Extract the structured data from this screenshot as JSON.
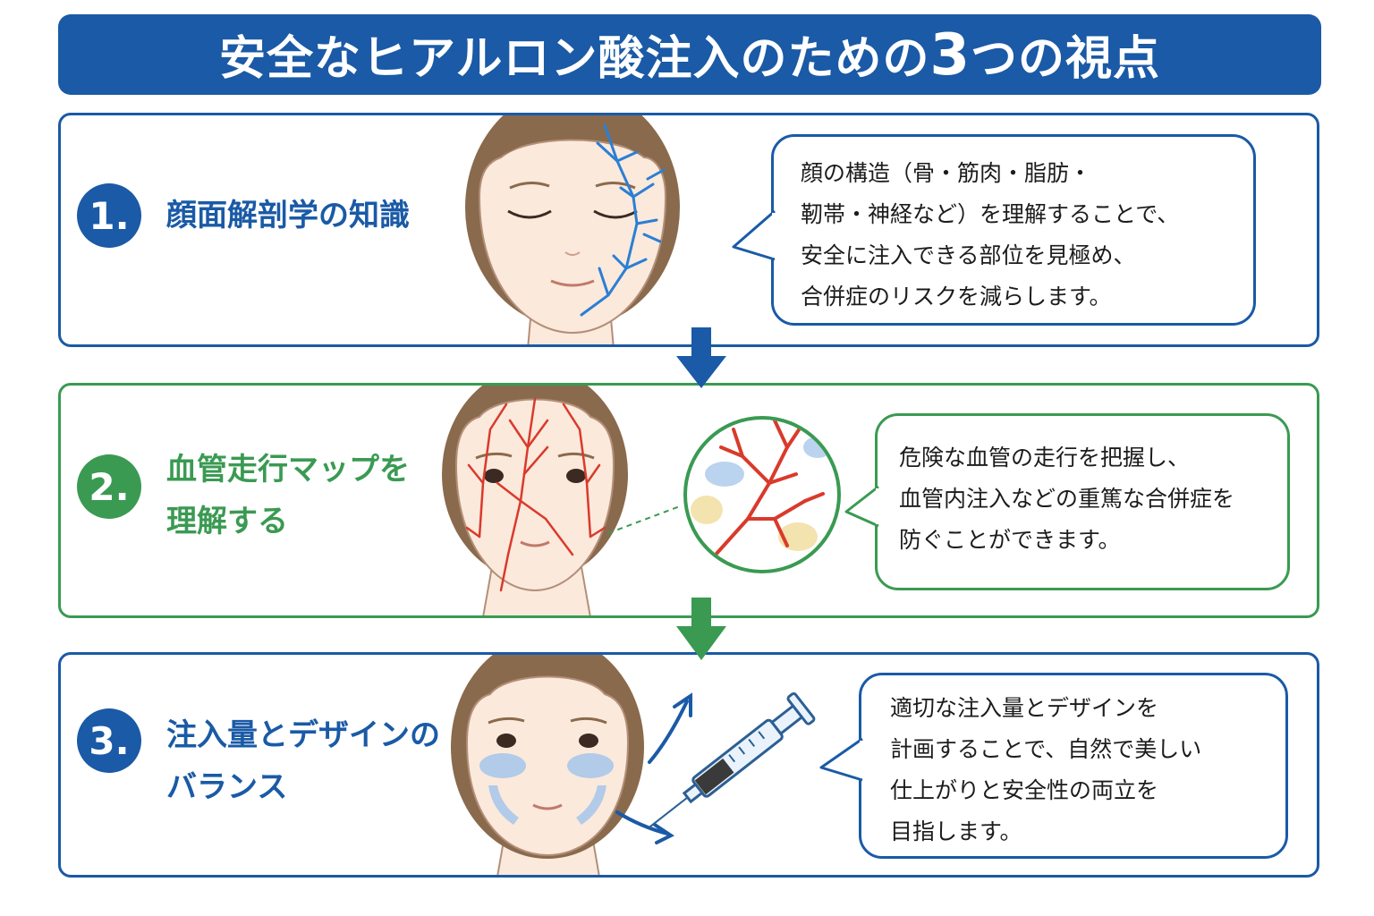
{
  "title": {
    "main": "安全なヒアルロン酸注入のための",
    "number": "3",
    "suffix": "つの視点"
  },
  "sections": [
    {
      "number": "1.",
      "heading_lines": [
        "顔面解剖学の知識"
      ],
      "bubble_lines": [
        "顔の構造（骨・筋肉・脂肪・",
        "靭帯・神経など）を理解することで、",
        "安全に注入できる部位を見極め、",
        "合併症のリスクを減らします。"
      ],
      "color": "#1a5aa6"
    },
    {
      "number": "2.",
      "heading_lines": [
        "血管走行マップを",
        "理解する"
      ],
      "bubble_lines": [
        "危険な血管の走行を把握し、",
        "血管内注入などの重篤な合併症を",
        "防ぐことができます。"
      ],
      "color": "#3a9a52"
    },
    {
      "number": "3.",
      "heading_lines": [
        "注入量とデザインの",
        "バランス"
      ],
      "bubble_lines": [
        "適切な注入量とデザインを",
        "計画することで、自然で美しい",
        "仕上がりと安全性の両立を",
        "目指します。"
      ],
      "color": "#1a5aa6"
    }
  ],
  "colors": {
    "blue": "#1a5aa6",
    "green": "#3a9a52",
    "vein_blue": "#2a7fd4",
    "artery_red": "#d93a2b",
    "skin": "#fbe9dc",
    "hair": "#8a6a4c",
    "filler_blue": "#a9c8ea"
  },
  "icons": [
    "down-arrow-icon",
    "syringe-icon",
    "curved-arrow-icon",
    "magnifier-circle-icon"
  ]
}
